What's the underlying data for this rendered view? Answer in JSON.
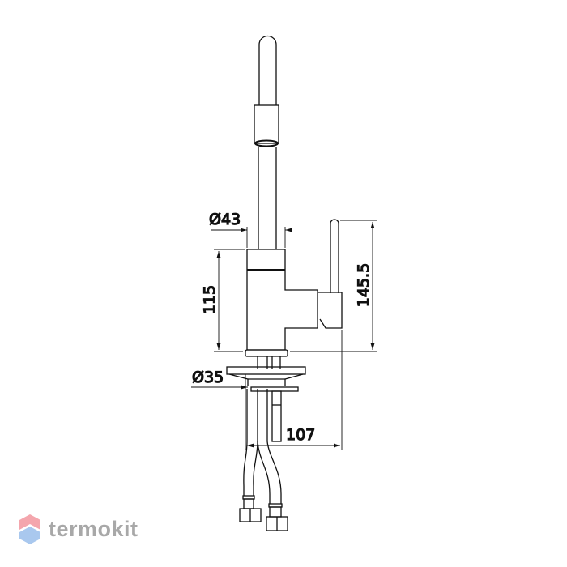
{
  "dimensions": {
    "spout_diameter": "Ø43",
    "body_height": "115",
    "total_height": "145.5",
    "base_diameter": "Ø35",
    "reach": "107"
  },
  "watermark": {
    "brand": "termokit",
    "colors": {
      "top": "#f4a6ad",
      "bottom": "#a9c8ee",
      "text": "#a8a8a8"
    }
  }
}
